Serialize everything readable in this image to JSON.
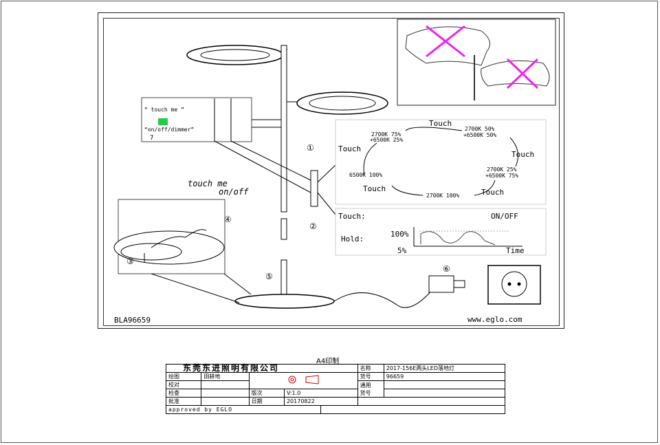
{
  "diagram": {
    "code": "BLA96659",
    "website": "www.eglo.com",
    "labels": {
      "touch_me": "touch me",
      "on_off": "on/off",
      "touch_me_small": "“ touch me ”",
      "on_off_dimmer": "“on/off/dimmer”",
      "step7": "7"
    },
    "steps": [
      "①",
      "②",
      "③",
      "④",
      "⑤",
      "⑥"
    ],
    "cycle": {
      "touch_label": "Touch",
      "states": [
        {
          "line1": "2700K 50%",
          "line2": "+6500K 50%"
        },
        {
          "line1": "2700K 25%",
          "line2": "+6500K 75%"
        },
        {
          "line1": "2700K 100%",
          "line2": ""
        },
        {
          "line1": "6500K 100%",
          "line2": ""
        },
        {
          "line1": "2700K 75%",
          "line2": "+6500K 25%"
        }
      ]
    },
    "timing": {
      "touch": "Touch:",
      "onoff": "ON/OFF",
      "hold": "Hold:",
      "pct100": "100%",
      "pct5": "5%",
      "time": "Time"
    },
    "colors": {
      "cross": "#ee22ee",
      "indicator": "#22cc44"
    }
  },
  "print_note": "A4印制",
  "titleblock": {
    "company": "东莞东进照明有限公司",
    "name_label": "名称",
    "name_value": "2017-156E两头LED落地灯",
    "draw_label": "绘图",
    "draw_value": "田耕地",
    "check_label": "校对",
    "inspect_label": "检查",
    "approve_label": "批准",
    "model_label": "货号",
    "model_value": "96659",
    "general_label": "通用\n货号",
    "version_label": "版次",
    "version_value": "V:1.0",
    "date_label": "日期",
    "date_value": "20170822",
    "approved_by": "approved by EGLO"
  }
}
